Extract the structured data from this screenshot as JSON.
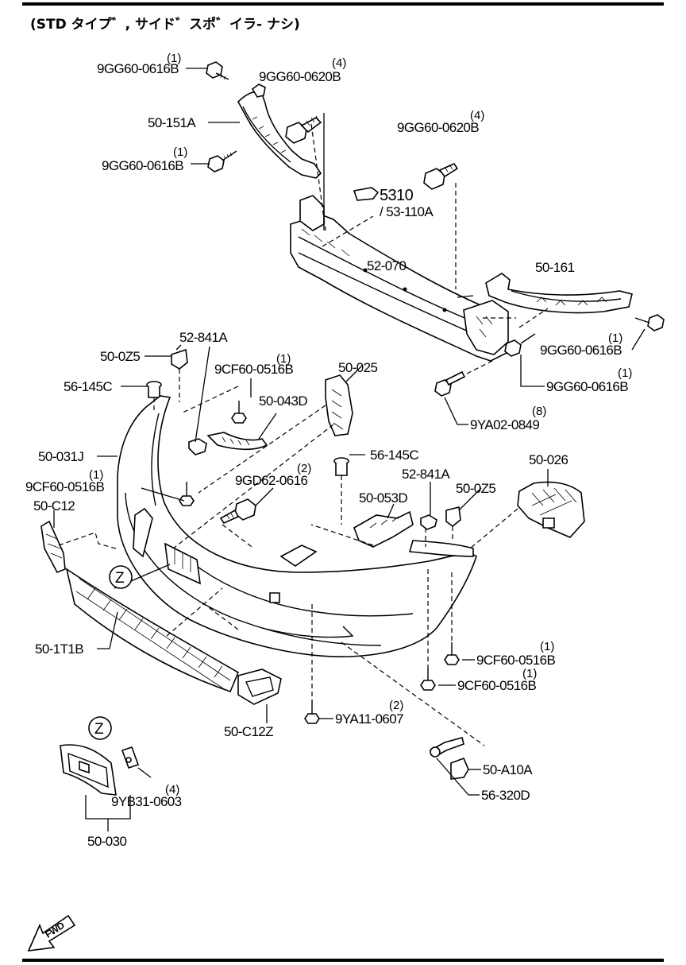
{
  "header": {
    "title": "(STD タイプ゛, サイド゛スポ゛イラ- ナシ)"
  },
  "callouts": [
    {
      "part": "9GG60-0616B",
      "qty": "(1)"
    },
    {
      "part": "9GG60-0620B",
      "qty": "(4)"
    },
    {
      "part": "50-151A",
      "qty": ""
    },
    {
      "part": "9GG60-0616B",
      "qty": "(1)"
    },
    {
      "part": "9GG60-0620B",
      "qty": "(4)"
    },
    {
      "part": "5310",
      "qty": ""
    },
    {
      "part": "/ 53-110A",
      "qty": ""
    },
    {
      "part": "52-070",
      "qty": ""
    },
    {
      "part": "50-161",
      "qty": ""
    },
    {
      "part": "9GG60-0616B",
      "qty": "(1)"
    },
    {
      "part": "9GG60-0616B",
      "qty": "(1)"
    },
    {
      "part": "9YA02-0849",
      "qty": "(8)"
    },
    {
      "part": "50-0Z5",
      "qty": ""
    },
    {
      "part": "52-841A",
      "qty": ""
    },
    {
      "part": "9CF60-0516B",
      "qty": "(1)"
    },
    {
      "part": "50-025",
      "qty": ""
    },
    {
      "part": "56-145C",
      "qty": ""
    },
    {
      "part": "50-043D",
      "qty": ""
    },
    {
      "part": "50-031J",
      "qty": ""
    },
    {
      "part": "56-145C",
      "qty": ""
    },
    {
      "part": "50-026",
      "qty": ""
    },
    {
      "part": "9CF60-0516B",
      "qty": "(1)"
    },
    {
      "part": "9GD62-0616",
      "qty": "(2)"
    },
    {
      "part": "52-841A",
      "qty": ""
    },
    {
      "part": "50-0Z5",
      "qty": ""
    },
    {
      "part": "50-053D",
      "qty": ""
    },
    {
      "part": "50-C12",
      "qty": ""
    },
    {
      "part": "50-1T1B",
      "qty": ""
    },
    {
      "part": "9CF60-0516B",
      "qty": "(1)"
    },
    {
      "part": "9CF60-0516B",
      "qty": "(1)"
    },
    {
      "part": "9YA11-0607",
      "qty": "(2)"
    },
    {
      "part": "50-C12Z",
      "qty": ""
    },
    {
      "part": "50-A10A",
      "qty": ""
    },
    {
      "part": "56-320D",
      "qty": ""
    },
    {
      "part": "9YB31-0603",
      "qty": "(4)"
    },
    {
      "part": "50-030",
      "qty": ""
    }
  ],
  "detail_refs": [
    "Z",
    "Z"
  ],
  "direction": "FWD"
}
